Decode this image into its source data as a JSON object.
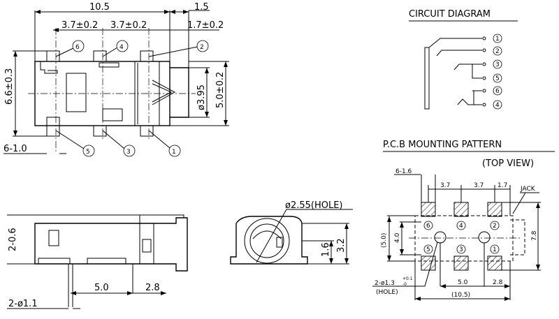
{
  "top_view": {
    "dim_total": "10.5",
    "dim_nose": "1.5",
    "dim_pitch_1": "3.7±0.2",
    "dim_pitch_2": "3.7±0.2",
    "dim_end": "1.7±0.2",
    "dim_height": "6.6±0.3",
    "dim_bore": "ø3.95",
    "dim_nose_height": "5.0±0.2",
    "dim_pin_width": "6-1.0",
    "pins": [
      "1",
      "2",
      "3",
      "4",
      "5",
      "6"
    ]
  },
  "circuit_diagram": {
    "title": "CIRCUIT DIAGRAM",
    "pins": [
      "1",
      "2",
      "3",
      "5",
      "6",
      "4"
    ]
  },
  "pcb": {
    "title": "P.C.B MOUNTING PATTERN",
    "subtitle": "(TOP VIEW)",
    "dim_pad": "6-1.6",
    "dim_pitch_1": "3.7",
    "dim_pitch_2": "3.7",
    "dim_end": "1.7",
    "jack_label": "JACK",
    "dim_outer": "(5.0)",
    "dim_inner": "4.0",
    "dim_height": "7.8",
    "hole_label": "2-ø1.3",
    "hole_tol_plus": "+0.1",
    "hole_tol_minus": "-0",
    "hole_note": "(HOLE)",
    "dim_hole_spacing": "5.0",
    "dim_hole_end": "2.8",
    "dim_total": "(10.5)",
    "pins": [
      "6",
      "4",
      "2",
      "5",
      "3",
      "1"
    ]
  },
  "side_view": {
    "dim_height": "2-0.6",
    "dim_post_spacing": "5.0",
    "dim_post_end": "2.8",
    "dim_post": "2-ø1.1"
  },
  "front_view": {
    "dim_hole": "ø2.55(HOLE)",
    "dim_center": "1.6",
    "dim_height": "3.2"
  }
}
